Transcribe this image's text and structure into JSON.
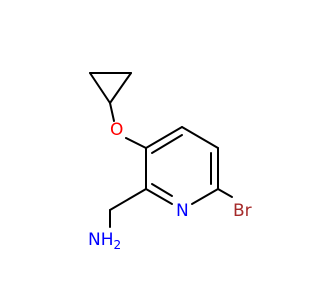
{
  "molecule": {
    "atoms": {
      "oxygen": {
        "label": "O",
        "color": "#ff0000"
      },
      "nitrogen": {
        "label": "N",
        "color": "#0000ff"
      },
      "bromine": {
        "label": "Br",
        "color": "#a52a2a"
      },
      "amine": {
        "label": "NH",
        "subscript": "2",
        "color": "#0000ff"
      }
    }
  }
}
